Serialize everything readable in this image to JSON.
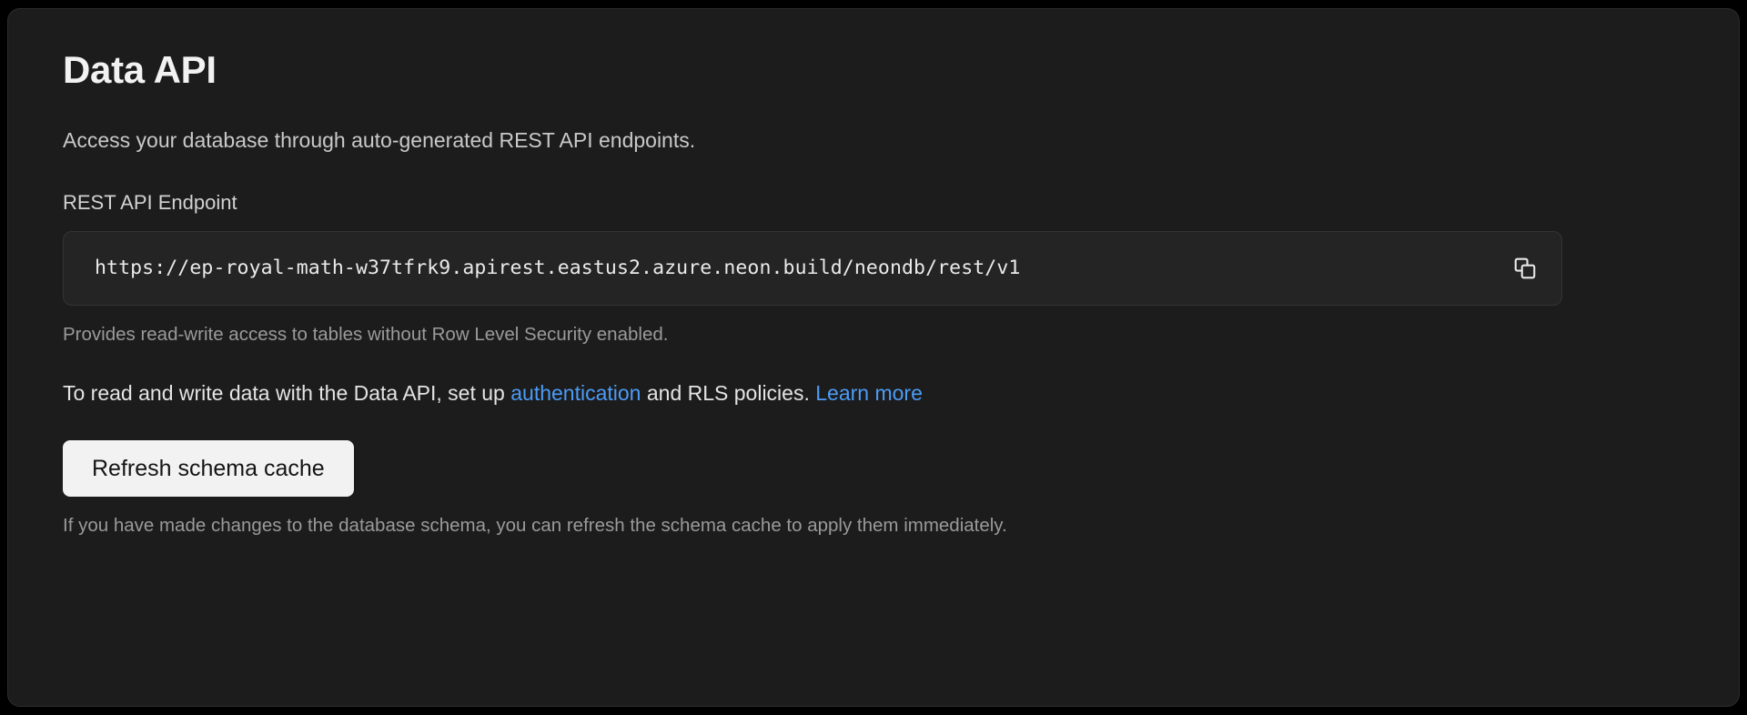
{
  "card": {
    "title": "Data API",
    "description": "Access your database through auto-generated REST API endpoints.",
    "endpoint_field": {
      "label": "REST API Endpoint",
      "value": "https://ep-royal-math-w37tfrk9.apirest.eastus2.azure.neon.build/neondb/rest/v1",
      "placeholder": "https://",
      "copy_icon": "copy-icon",
      "helper_text": "Provides read-write access to tables without Row Level Security enabled."
    },
    "policy_note": {
      "before_link": "To read and write data with the Data API, set up ",
      "link_auth": "authentication",
      "between_links": " and RLS policies. ",
      "link_learn_more": "Learn more"
    },
    "refresh": {
      "button_label": "Refresh schema cache",
      "footer_text": "If you have made changes to the database schema, you can refresh the schema cache to apply them immediately."
    }
  },
  "colors": {
    "page_background": "#000000",
    "card_background": "#1c1c1c",
    "card_border": "#2e2e2e",
    "input_background": "#242424",
    "input_border": "#343434",
    "link": "#4c9bf5",
    "button_background": "#f2f2f2",
    "button_text": "#141414",
    "title_text": "#f2f2f2",
    "muted_text": "#9a9a9a"
  }
}
